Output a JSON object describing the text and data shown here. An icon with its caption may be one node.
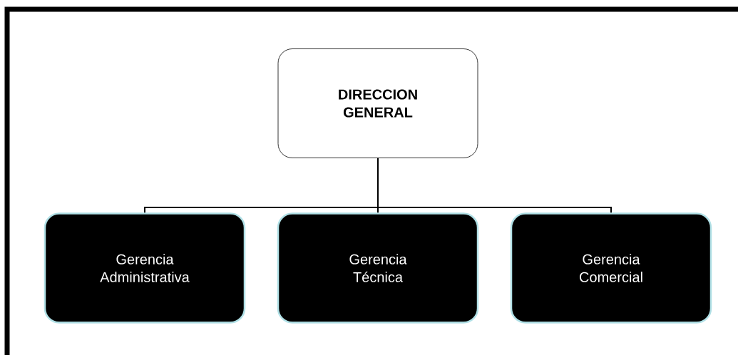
{
  "diagram": {
    "nodes": [
      {
        "text": [
          "DIRECCION GENERAL"
        ]
      },
      {
        "text": [
          "Gerencia Administrativa"
        ]
      },
      {
        "text": [
          "Gerencia Técnica"
        ]
      },
      {
        "text": [
          "Gerencia Comercial"
        ]
      }
    ],
    "edges": [
      {
        "from": 0,
        "to": 1,
        "arrow": "none"
      },
      {
        "from": 0,
        "to": 2,
        "arrow": "none"
      },
      {
        "from": 0,
        "to": 3,
        "arrow": "none"
      }
    ]
  }
}
